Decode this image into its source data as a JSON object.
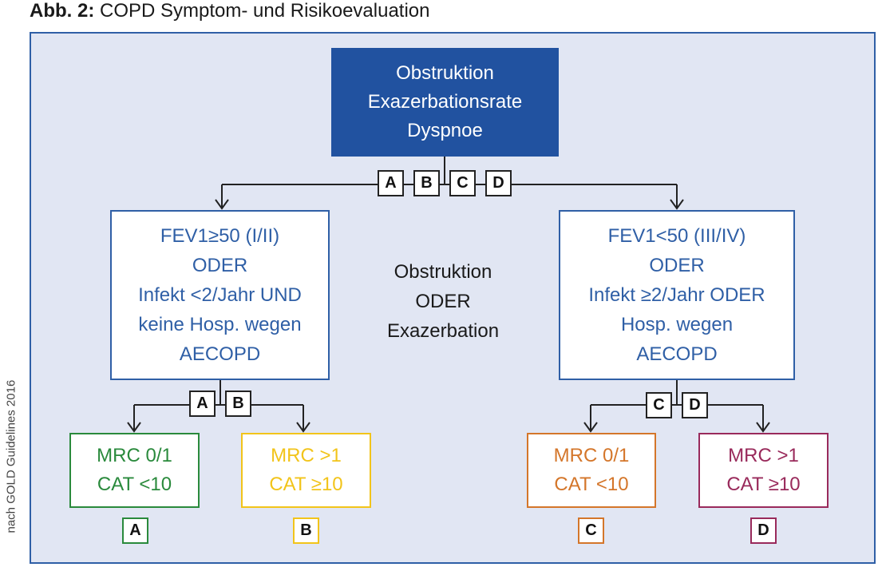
{
  "figure": {
    "title_prefix": "Abb. 2:",
    "title_text": "COPD Symptom- und Risikoevaluation",
    "source_note": "nach GOLD Guidelines 2016"
  },
  "top_box": {
    "lines": [
      "Obstruktion",
      "Exazerbationsrate",
      "Dyspnoe"
    ],
    "color": "#2152a0"
  },
  "top_tags": [
    "A",
    "B",
    "C",
    "D"
  ],
  "left_box": {
    "lines": [
      "FEV1≥50 (I/II)",
      "ODER",
      "Infekt <2/Jahr UND",
      "keine Hosp. wegen",
      "AECOPD"
    ]
  },
  "middle_text": {
    "lines": [
      "Obstruktion",
      "ODER",
      "Exazerbation"
    ]
  },
  "right_box": {
    "lines": [
      "FEV1<50 (III/IV)",
      "ODER",
      "Infekt ≥2/Jahr ODER",
      "Hosp. wegen",
      "AECOPD"
    ]
  },
  "left_tags": [
    "A",
    "B"
  ],
  "right_tags": [
    "C",
    "D"
  ],
  "leaves": [
    {
      "lines": [
        "MRC 0/1",
        "CAT <10"
      ],
      "group": "A",
      "color": "#2a8a3c"
    },
    {
      "lines": [
        "MRC >1",
        "CAT ≥10"
      ],
      "group": "B",
      "color": "#f2c41a"
    },
    {
      "lines": [
        "MRC 0/1",
        "CAT <10"
      ],
      "group": "C",
      "color": "#d4762a"
    },
    {
      "lines": [
        "MRC >1",
        "CAT ≥10"
      ],
      "group": "D",
      "color": "#992a5b"
    }
  ]
}
